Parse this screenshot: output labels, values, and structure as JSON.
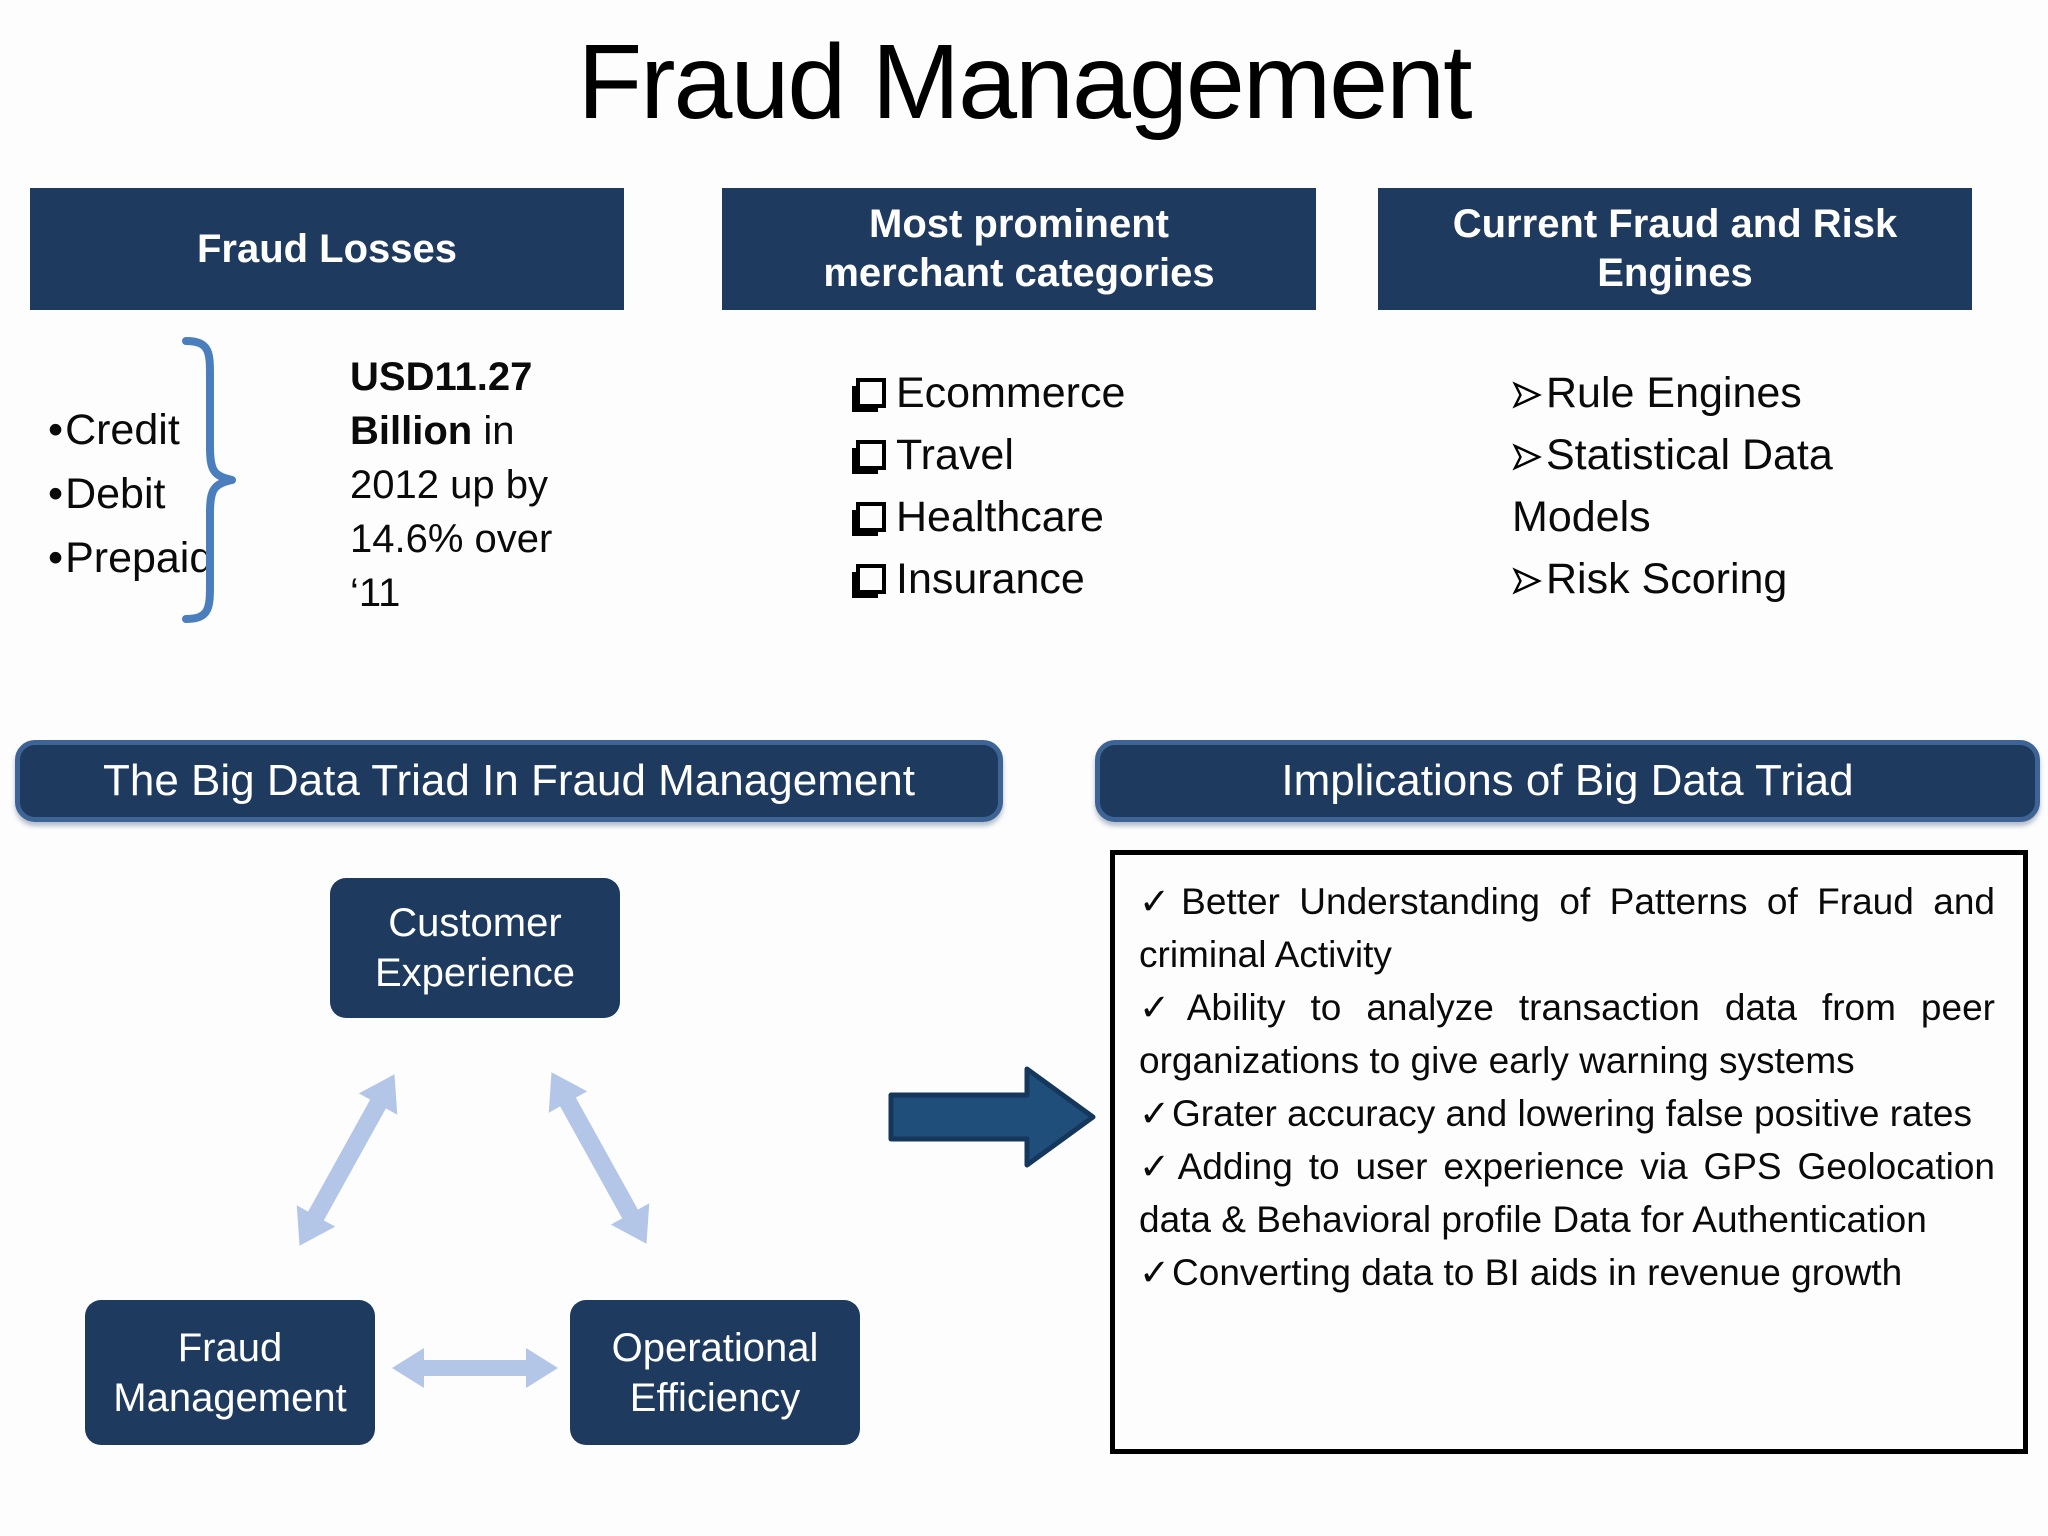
{
  "title": "Fraud Management",
  "icons": {
    "bullet": "•",
    "check": "✓"
  },
  "colors": {
    "navy": "#1e3a5f",
    "header_border": "#3e6496",
    "light_arrow": "#b4c6e7",
    "block_arrow_fill": "#1f4e7b",
    "block_arrow_stroke": "#16375c",
    "brace_blue": "#4a7ebc",
    "text": "#000000"
  },
  "fraud_losses": {
    "header": "Fraud Losses",
    "items": [
      "Credit",
      "Debit",
      "Prepaid"
    ],
    "stat_bold": "USD11.27 Billion",
    "stat_rest": " in 2012 up by 14.6% over ‘11"
  },
  "merchant": {
    "header": "Most prominent merchant categories",
    "items": [
      "Ecommerce",
      "Travel",
      "Healthcare",
      "Insurance"
    ]
  },
  "engines": {
    "header": "Current Fraud and Risk Engines",
    "items": [
      "Rule Engines",
      "Statistical Data Models",
      "Risk Scoring"
    ]
  },
  "triad": {
    "header": "The Big Data Triad In Fraud Management",
    "nodes": [
      "Customer Experience",
      "Fraud Management",
      "Operational Efficiency"
    ]
  },
  "implications": {
    "header": "Implications of Big Data Triad",
    "items": [
      "Better Understanding of Patterns of Fraud and criminal Activity",
      "Ability to analyze transaction data from peer organizations to give early warning systems",
      "Grater accuracy and lowering false positive rates",
      "Adding to user experience via GPS Geolocation data & Behavioral profile Data for Authentication",
      "Converting data to BI aids in revenue growth"
    ]
  }
}
